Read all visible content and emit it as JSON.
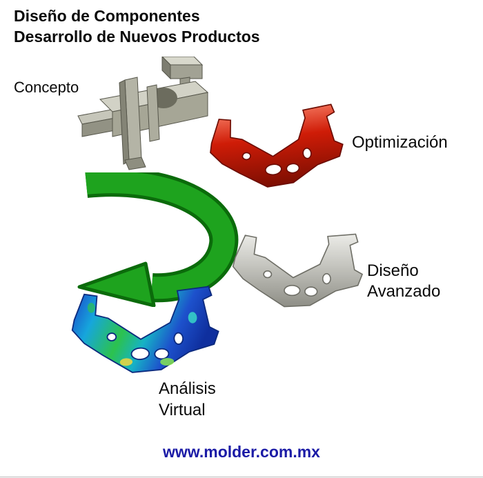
{
  "title": {
    "line1": "Diseño de Componentes",
    "line2": "Desarrollo de Nuevos Productos"
  },
  "labels": {
    "concepto": "Concepto",
    "optimizacion": "Optimización",
    "diseno1": "Diseño",
    "diseno2": "Avanzado",
    "analisis1": "Análisis",
    "analisis2": "Virtual"
  },
  "footer": {
    "url": "www.molder.com.mx"
  },
  "colors": {
    "arrow_green": "#1ea31e",
    "arrow_green_dark": "#0b6b0b",
    "optimization_red": "#c81a07",
    "concept_gray": "#a6a696",
    "advanced_gray": "#c3c3bd",
    "analysis_blue": "#1aa0c8",
    "link_blue": "#1b1ba6"
  }
}
